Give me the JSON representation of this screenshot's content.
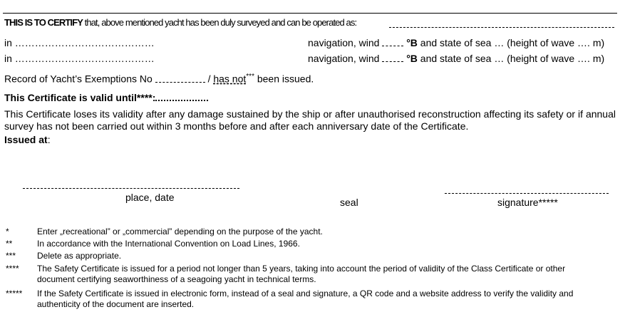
{
  "certify": {
    "lead": "THIS IS TO CERTIFY",
    "rest": " that, above mentioned yacht has been duly surveyed and can be operated as:"
  },
  "nav_rows": [
    {
      "in_label": "in ……………………………………",
      "navigation": "navigation, wind",
      "degB": "°B",
      "sea": "and state of sea  … (height of wave …. m)"
    },
    {
      "in_label": "in ……………………………………",
      "navigation": "navigation, wind",
      "degB": "°B",
      "sea": "and state of sea  … (height of wave …. m)"
    }
  ],
  "exemptions": {
    "prefix": "Record of Yacht’s Exemptions No",
    "slash": "/",
    "has_not": "has not",
    "stars": "***",
    "suffix": " been issued."
  },
  "valid_until": "This Certificate is valid until****:",
  "validity_paragraph": "This Certificate loses its validity after any damage sustained by the ship or after unauthorised reconstruction affecting its safety or if annual survey has not been carried out within 3 months before and after each anniversary date of the Certificate.",
  "issued_at": {
    "label": "Issued at",
    "colon": ":"
  },
  "signatures": {
    "place_date": "place, date",
    "seal": "seal",
    "signature": "signature*****"
  },
  "footnotes": [
    {
      "mark": "*",
      "text": "Enter „recreational” or „commercial” depending on the purpose of the yacht."
    },
    {
      "mark": "**",
      "text": "In accordance with the International Convention on Load Lines, 1966."
    },
    {
      "mark": "***",
      "text": "Delete as appropriate."
    },
    {
      "mark": "****",
      "text": "The Safety Certificate is issued for a period not longer than 5 years, taking into account the period of validity of the Class Certificate or other document certifying seaworthiness of a seagoing yacht in technical terms."
    },
    {
      "mark": "*****",
      "text": "If the Safety Certificate is issued in electronic form, instead of a seal and signature, a QR code and a website address to verify the validity and authenticity of the document are inserted."
    }
  ]
}
